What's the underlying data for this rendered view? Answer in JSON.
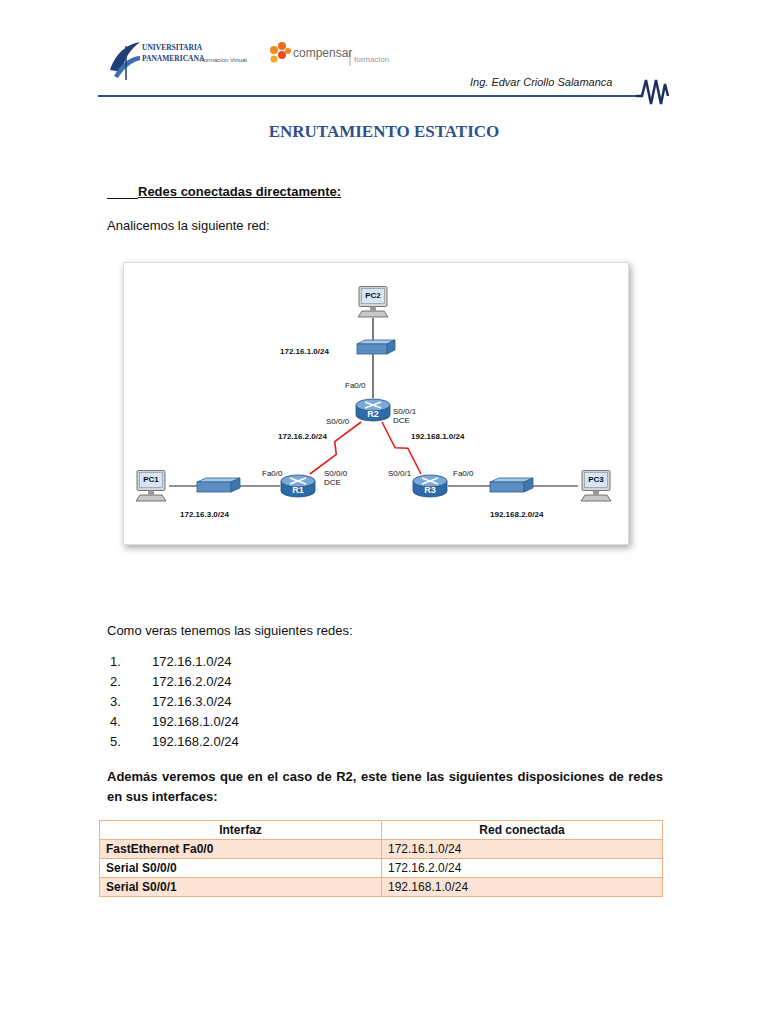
{
  "diagram": {
    "title": "ENRUTAMIENTO ESTATICO",
    "nodes": [
      {
        "text": [
          "PC2"
        ]
      },
      {
        "text": [
          "R2"
        ]
      },
      {
        "text": [
          "PC1"
        ]
      },
      {
        "text": [
          "R1"
        ]
      },
      {
        "text": [
          "R3"
        ]
      },
      {
        "text": [
          "PC3"
        ]
      }
    ],
    "edges": [
      {
        "from": 0,
        "to": 1,
        "arrow": "none"
      },
      {
        "from": 1,
        "to": 3,
        "label": "172.16.2.0/24",
        "arrow": "none"
      },
      {
        "from": 1,
        "to": 4,
        "label": "192.168.1.0/24",
        "arrow": "none"
      },
      {
        "from": 2,
        "to": 3,
        "arrow": "none"
      },
      {
        "from": 4,
        "to": 5,
        "arrow": "none"
      }
    ],
    "labels": [
      "UNIVERSITARIA",
      "PANAMERICANA",
      "Formación Virtual",
      "compensar",
      "formación",
      "Ing. Edvar Criollo Salamanca",
      "Redes conectadas directamente:",
      "Analicemos la siguiente red:",
      "172.16.1.0/24",
      "Fa0/0",
      "S0/0/0",
      "S0/0/1",
      "DCE",
      "Fa0/0",
      "S0/0/0",
      "DCE",
      "172.16.3.0/24",
      "S0/0/1",
      "Fa0/0",
      "192.168.2.0/24",
      "Como veras tenemos las siguientes redes:",
      "1.",
      "172.16.1.0/24",
      "2.",
      "172.16.2.0/24",
      "3.",
      "172.16.3.0/24",
      "4.",
      "192.168.1.0/24",
      "5.",
      "192.168.2.0/24",
      "Además veremos que en el caso de R2, este tiene las siguientes disposiciones de redes en sus interfaces:",
      "Interfaz",
      "Red conectada",
      "FastEthernet Fa0/0",
      "172.16.1.0/24",
      "Serial S0/0/0",
      "172.16.2.0/24",
      "Serial S0/0/1",
      "192.168.1.0/24"
    ]
  }
}
